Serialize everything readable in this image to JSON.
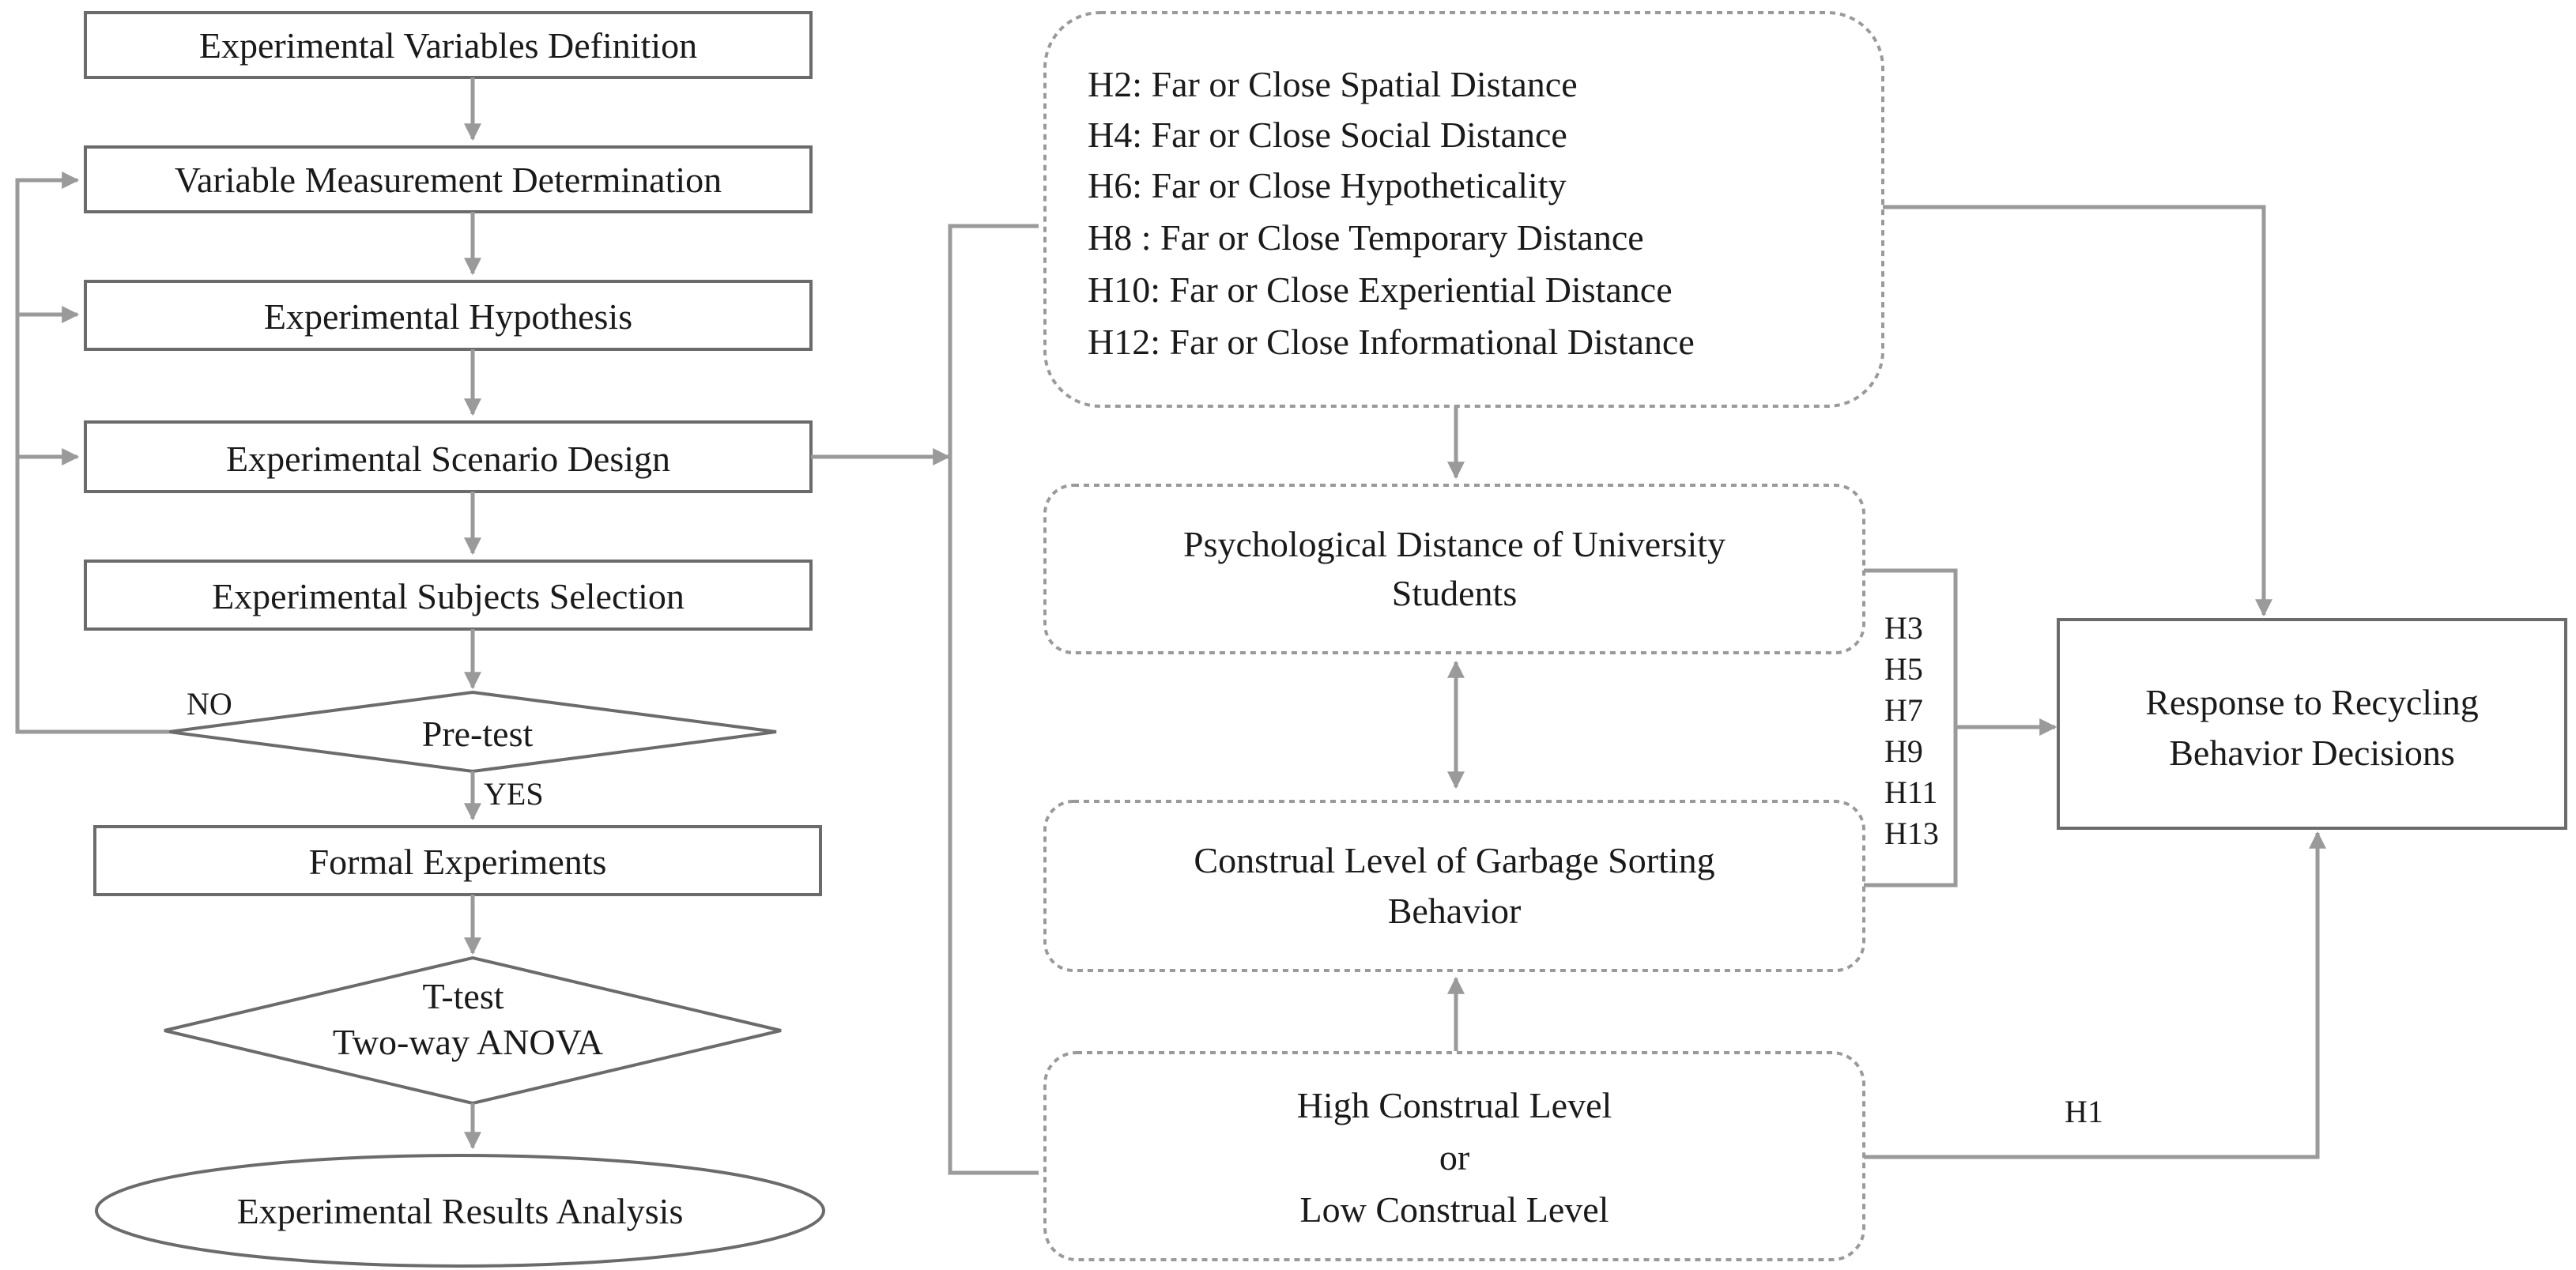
{
  "left_flow": {
    "step1": "Experimental Variables Definition",
    "step2": "Variable Measurement Determination",
    "step3": "Experimental Hypothesis",
    "step4": "Experimental Scenario Design",
    "step5": "Experimental Subjects Selection",
    "pretest": "Pre-test",
    "no_label": "NO",
    "yes_label": "YES",
    "step6": "Formal Experiments",
    "analysis_line1": "T-test",
    "analysis_line2": "Two-way ANOVA",
    "results": "Experimental Results Analysis"
  },
  "hypotheses_box": {
    "lines": [
      "H2: Far or Close Spatial Distance",
      "H4: Far or Close Social Distance",
      "H6: Far or Close Hypotheticality",
      "H8 : Far or Close Temporary Distance",
      "H10: Far or Close Experiential Distance",
      "H12: Far or Close Informational Distance"
    ]
  },
  "psych_distance": {
    "line1": "Psychological Distance of University",
    "line2": "Students"
  },
  "construal_level": {
    "line1": "Construal Level of Garbage Sorting",
    "line2": "Behavior"
  },
  "construal_options": {
    "line1": "High Construal Level",
    "line2": "or",
    "line3": "Low Construal Level"
  },
  "mediating_hypotheses": [
    "H3",
    "H5",
    "H7",
    "H9",
    "H11",
    "H13"
  ],
  "direct_hypothesis": "H1",
  "outcome": {
    "line1": "Response to Recycling",
    "line2": "Behavior Decisions"
  }
}
